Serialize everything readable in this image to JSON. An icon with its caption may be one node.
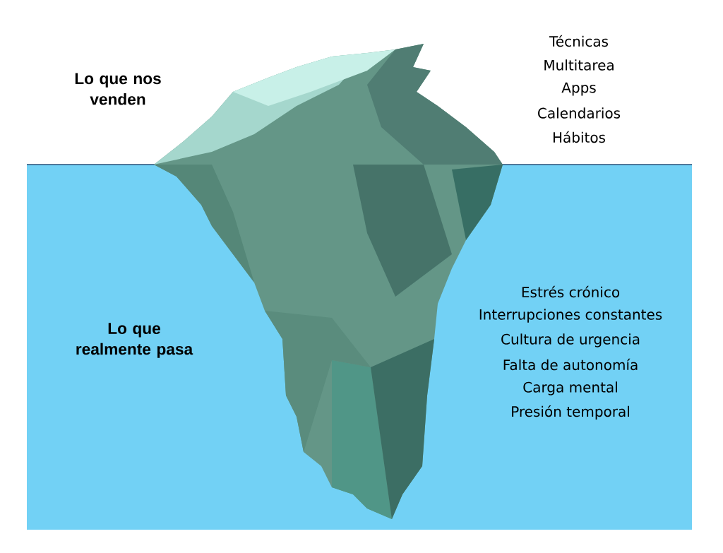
{
  "diagram": {
    "labels": [
      "Lo que nos venden",
      "Técnicas",
      "Multitarea",
      "Apps",
      "Calendarios",
      "Hábitos",
      "Lo que realmente pasa",
      "Estrés crónico",
      "Interrupciones constantes",
      "Cultura de urgencia",
      "Falta de autonomía",
      "Carga mental",
      "Presión temporal"
    ]
  }
}
